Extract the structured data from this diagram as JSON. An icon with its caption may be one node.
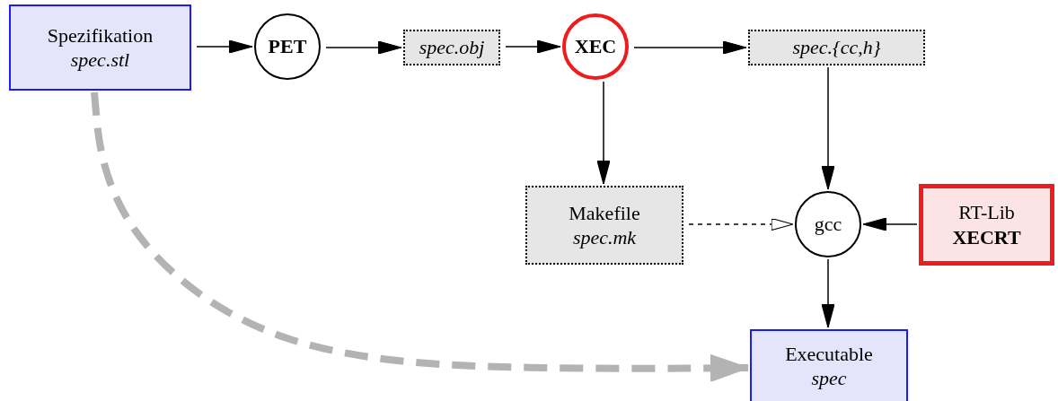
{
  "diagram": {
    "nodes": [
      {
        "text": [
          "Spezifikation",
          "spec.stl"
        ]
      },
      {
        "text": [
          "PET"
        ]
      },
      {
        "text": [
          "spec.obj"
        ]
      },
      {
        "text": [
          "XEC"
        ]
      },
      {
        "text": [
          "spec.{cc,h}"
        ]
      },
      {
        "text": [
          "Makefile",
          "spec.mk"
        ]
      },
      {
        "text": [
          "gcc"
        ]
      },
      {
        "text": [
          "RT-Lib",
          "XECRT"
        ]
      },
      {
        "text": [
          "Executable",
          "spec"
        ]
      }
    ],
    "edges": [
      {
        "from": 0,
        "to": 1,
        "arrow": "to"
      },
      {
        "from": 1,
        "to": 2,
        "arrow": "to"
      },
      {
        "from": 2,
        "to": 3,
        "arrow": "to"
      },
      {
        "from": 3,
        "to": 4,
        "arrow": "to"
      },
      {
        "from": 3,
        "to": 5,
        "arrow": "to"
      },
      {
        "from": 4,
        "to": 6,
        "arrow": "to"
      },
      {
        "from": 5,
        "to": 6,
        "arrow": "to",
        "style": "dashed"
      },
      {
        "from": 7,
        "to": 6,
        "arrow": "to"
      },
      {
        "from": 6,
        "to": 8,
        "arrow": "to"
      },
      {
        "from": 0,
        "to": 8,
        "arrow": "to",
        "style": "dashed",
        "color": "#b3b3b3"
      }
    ]
  }
}
